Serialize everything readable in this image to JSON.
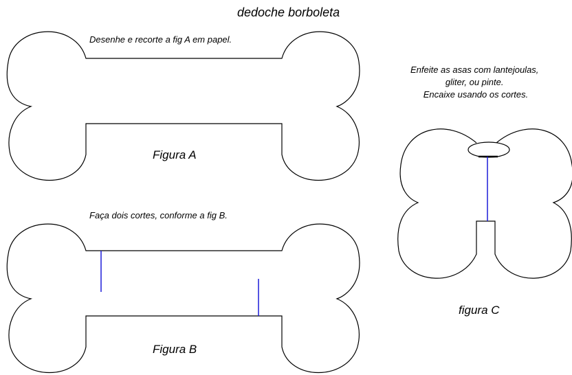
{
  "title": "dedoche borboleta",
  "figA": {
    "instruction": "Desenhe e recorte a fig A em papel.",
    "caption": "Figura A"
  },
  "figB": {
    "instruction": "Faça dois cortes, conforme a fig B.",
    "caption": "Figura B"
  },
  "figC": {
    "instruction_lines": [
      "Enfeite as asas com lantejoulas,",
      "gliter, ou pinte.",
      "Encaixe usando os cortes."
    ],
    "caption": "figura C"
  },
  "colors": {
    "outline": "#000000",
    "cut_lines": "#1a1ad8",
    "background": "#ffffff"
  }
}
